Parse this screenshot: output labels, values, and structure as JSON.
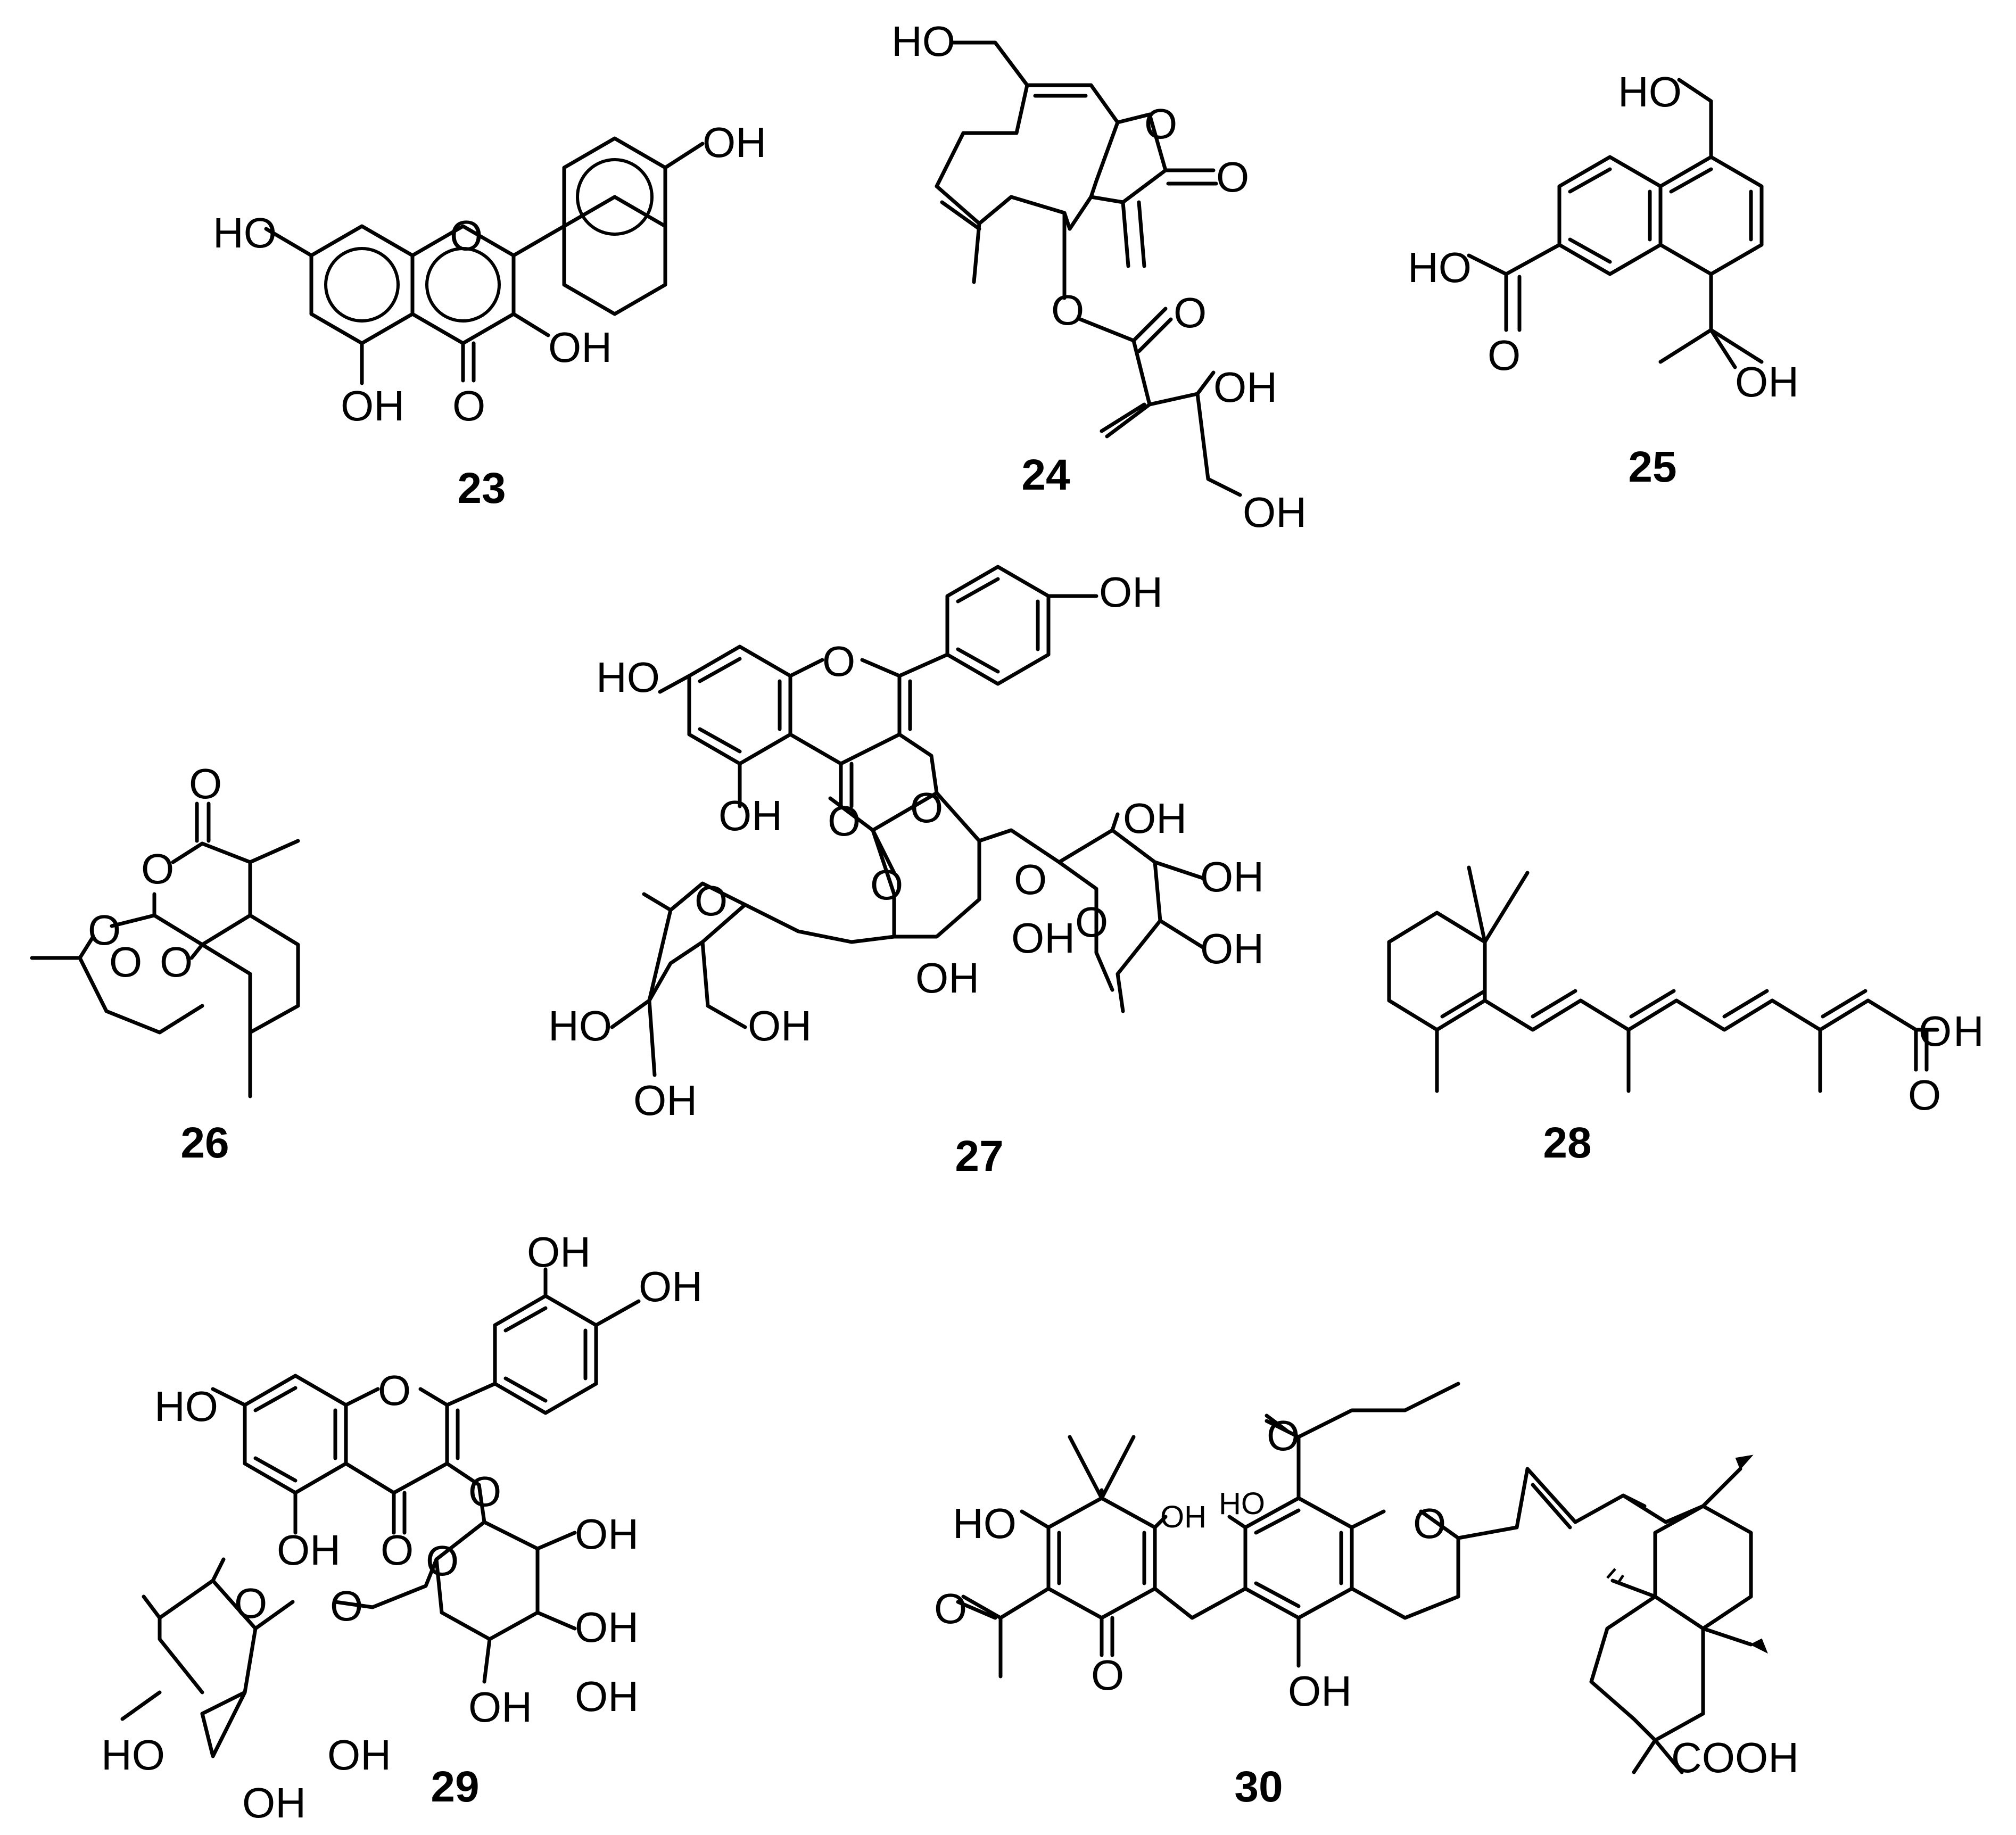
{
  "compounds": [
    {
      "number": "23",
      "labels": [
        "HO",
        "OH",
        "O",
        "OH",
        "OH",
        "O"
      ]
    },
    {
      "number": "24",
      "labels": [
        "HO",
        "O",
        "O",
        "O",
        "O",
        "OH",
        "OH"
      ]
    },
    {
      "number": "25",
      "labels": [
        "HO",
        "HO",
        "O",
        "OH"
      ]
    },
    {
      "number": "26",
      "labels": [
        "O",
        "O",
        "O",
        "O",
        "O"
      ]
    },
    {
      "number": "27",
      "labels": [
        "OH",
        "HO",
        "O",
        "O",
        "OH",
        "O",
        "OH",
        "O",
        "O",
        "OH",
        "O",
        "O",
        "OH",
        "OH",
        "OH",
        "HO",
        "OH",
        "OH"
      ]
    },
    {
      "number": "28",
      "labels": [
        "O",
        "H",
        "O"
      ]
    },
    {
      "number": "29",
      "labels": [
        "OH",
        "OH",
        "HO",
        "O",
        "O",
        "OH",
        "O",
        "O",
        "OH",
        "O",
        "O",
        "OH",
        "OH",
        "OH",
        "HO",
        "OH",
        "OH"
      ]
    },
    {
      "number": "30",
      "labels": [
        "O",
        "HO",
        "OH",
        "HO",
        "O",
        "O",
        "O",
        "OH",
        "COOH"
      ]
    }
  ]
}
